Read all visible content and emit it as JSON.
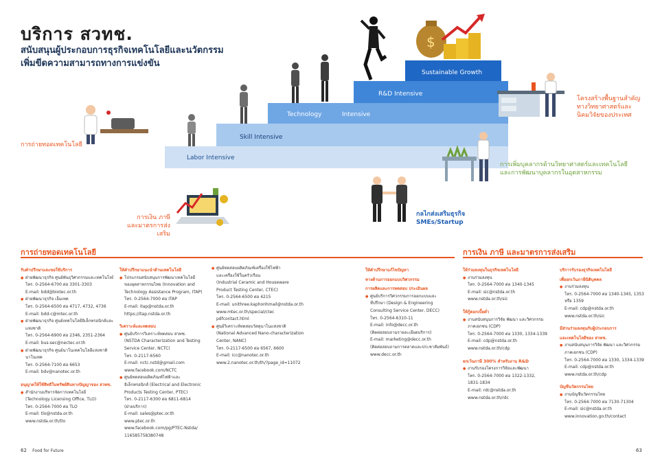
{
  "header": {
    "title": "บริการ สวทช.",
    "subtitle_lines": [
      "สนับสนุนผู้ประกอบการธุรกิจเทคโนโลยีและนวัตกรรม",
      "เพิ่มขีดความสามารถทางการแข่งขัน"
    ]
  },
  "stairs": {
    "labor": "Labor Intensive",
    "skill": "Skill Intensive",
    "technology": "Technology",
    "intensive": "Intensive",
    "rd": "R&D Intensive",
    "growth": "Sustainable Growth"
  },
  "side_labels": {
    "tech_transfer": "การถ่ายทอดเทคโนโลยี",
    "finance_lines": [
      "การเงิน ภาษี",
      "และมาตรการส่งเสริม"
    ],
    "infra_lines": [
      "โครงสร้างพื้นฐานสำคัญ",
      "ทางวิทยาศาสตร์และ",
      "นิคมวิจัยของประเทศ"
    ],
    "people_lines": [
      "การเพิ่มบุคลากรด้านวิทยาศาสตร์และเทคโนโลยี",
      "และการพัฒนาบุคลากรในอุตสาหกรรม"
    ],
    "sme_lines": [
      "กลไกส่งเสริมธุรกิจ",
      "SMEs/Startup"
    ]
  },
  "sections": {
    "left": "การถ่ายทอดเทคโนโลยี",
    "right": "การเงิน ภาษี และมาตรการส่งเสริม"
  },
  "columns": [
    [
      {
        "type": "sub",
        "text": "รับคำปรึกษาและขอใช้บริการ"
      },
      {
        "type": "item",
        "lines": [
          "ฝ่ายพัฒนาธุรกิจ ศูนย์พันธุวิศวกรรมและเทคโนโลยีชีวภาพ",
          "โทร. 0-2564-6700 ต่อ 3301-3303",
          "E-mail: bdd@biotec.or.th"
        ]
      },
      {
        "type": "item",
        "lines": [
          "ฝ่ายพัฒนาธุรกิจ เอ็มเทค",
          "โทร. 0-2564-6500 ต่อ 4717, 4732, 4736",
          "E-mail: bdd-c@mtec.or.th"
        ]
      },
      {
        "type": "item",
        "lines": [
          "ฝ่ายพัฒนาธุรกิจ ศูนย์เทคโนโลยีอิเล็กทรอนิกส์และคอมพิวเตอร์",
          "แห่งชาติ",
          "โทร. 0-2564-6900 ต่อ 2346, 2351-2364",
          "E-mail: bus-sec@nectec.or.th"
        ]
      },
      {
        "type": "item",
        "lines": [
          "ฝ่ายพัฒนาธุรกิจ ศูนย์นาโนเทคโนโลยีแห่งชาติ",
          "นาโนเทค",
          "โทร. 0-2564-7100 ต่อ 6653",
          "E-mail: bdv@nanotec.or.th"
        ]
      },
      {
        "type": "gap"
      },
      {
        "type": "sub",
        "text": "อนุญาตให้ใช้สิทธิในทรัพย์สินทางปัญญาของ สวทช."
      },
      {
        "type": "item",
        "lines": [
          "สำนักงานบริหารจัดการเทคโนโลยี",
          "(Technology Licensing Office, TLO)",
          "โทร. 0-2564-7000 ต่อ TLO",
          "E-mail: tlo@nstda.or.th",
          "www.nstda.or.th/tlo"
        ]
      }
    ],
    [
      {
        "type": "sub",
        "text": "ให้คำปรึกษาแนะนำด้านเทคโนโลยี"
      },
      {
        "type": "item",
        "lines": [
          "โปรแกรมสนับสนุนการพัฒนาเทคโนโลยี",
          "ของอุตสาหกรรมไทย (Innovation and",
          "Technology Assistance Program, ITAP)",
          "โทร. 0-2564-7000 ต่อ ITAP",
          "E-mail: itap@nstda.or.th",
          "https://itap.nstda.or.th"
        ]
      },
      {
        "type": "gap"
      },
      {
        "type": "sub",
        "text": "วิเคราะห์และทดสอบ"
      },
      {
        "type": "item",
        "lines": [
          "ศูนย์บริการวิเคราะห์ทดสอบ สวทช.",
          "(NSTDA Characterization and Testing",
          "Service Center, NCTC)",
          "โทร. 0-2117-6560",
          "E-mail: nctc.nstd@gmail.com",
          "www.facebook.com/NCTC"
        ]
      },
      {
        "type": "item",
        "lines": [
          "ศูนย์ทดสอบผลิตภัณฑ์ไฟฟ้าและ",
          "อิเล็กทรอนิกส์ (Electrical and Electronic",
          "Products Testing Center, PTEC)",
          "โทร. 0-2117-6300 ต่อ 6811-6814",
          "(ฝ่ายบริการ)",
          "E-mail: sales@ptec.or.th",
          "www.ptec.or.th",
          "www.facebook.com/pg/PTEC-Nstda/",
          "116585758380748"
        ]
      }
    ],
    [
      {
        "type": "item",
        "lines": [
          "ศูนย์ทดสอบผลิตภัณฑ์เครื่องใช้ไฟฟ้า",
          "และเครื่องใช้ในครัวเรือน",
          "(Industrial Ceramic and Houseware",
          "Product Testing Center, CTEC)",
          "โทร. 0-2564-6500 ต่อ 4215",
          "E-mail: unithree.kaphonhmail@nstda.or.th",
          "www.mtec.or.th/special/ctec",
          "pdfcontact.html"
        ]
      },
      {
        "type": "item",
        "lines": [
          "ศูนย์วิเคราะห์ทดสอบวัสดุนาโนแห่งชาติ",
          "(National Advanced Nano-characterization",
          "Center, NANC)",
          "โทร. 0-2117-6500 ต่อ 6567, 6600",
          "E-mail: icc@nanotec.or.th",
          "www.2.nanotec.or.th/th/?page_id=11072"
        ]
      }
    ],
    [
      {
        "type": "sub",
        "text": "ให้คำปรึกษาแก้ไขปัญหา"
      },
      {
        "type": "sub",
        "text": "ทางด้านการออกแบบวิศวกรรม"
      },
      {
        "type": "sub",
        "text": "การผลิตและการทดสอบ ประเมินผล"
      },
      {
        "type": "item",
        "lines": [
          "ศูนย์บริการวิศวกรรมการออกแบบและ",
          "ที่ปรึกษา (Design & Engineering",
          "Consulting Service Center, DECC)",
          "โทร. 0-2564-6310-11",
          "E-mail: info@decc.or.th",
          "(ติดต่อสอบถามรายละเอียดบริการ)",
          "E-mail: marketing@decc.or.th",
          "(ติดต่อสอบถามการตลาดและประชาสัมพันธ์)",
          "www.decc.or.th"
        ]
      }
    ],
    [
      {
        "type": "sub",
        "text": "ให้ร่วมลงทุนในธุรกิจเทคโนโลยี"
      },
      {
        "type": "item",
        "lines": [
          "งานร่วมลงทุน",
          "โทร. 0-2564-7000 ต่อ 1340-1345",
          "E-mail: sic@nstda.or.th",
          "www.nstda.or.th/sic"
        ]
      },
      {
        "type": "gap"
      },
      {
        "type": "sub",
        "text": "ให้กู้ดอกเบี้ยต่ำ"
      },
      {
        "type": "item",
        "lines": [
          "งานสนับสนุนการวิจัย พัฒนา และวิศวกรรม",
          "ภาคเอกชน (CDP)",
          "โทร. 0-2564-7000 ต่อ 1330, 1334-1339",
          "E-mail: cdp@nstda.or.th",
          "www.nstda.or.th/cdp"
        ]
      },
      {
        "type": "gap"
      },
      {
        "type": "sub",
        "text": "ยกเว้นภาษี 300% สำหรับงาน R&D"
      },
      {
        "type": "item",
        "lines": [
          "งานรับรองโครงการวิจัยและพัฒนา",
          "โทร. 0-2564-7000 ต่อ 1322-1332,",
          "1831-1834",
          "E-mail: rdc@nstda.or.th",
          "www.nstda.or.th/rdc"
        ]
      }
    ],
    [
      {
        "type": "sub",
        "text": "บริการรับรองธุรกิจเทคโนโลยี"
      },
      {
        "type": "sub",
        "text": "เพื่อยกเว้นภาษีนิติบุคคล"
      },
      {
        "type": "item",
        "lines": [
          "งานร่วมลงทุน",
          "โทร. 0-2564-7000 ต่อ 1340-1345, 1353",
          "หรือ 1359",
          "E-mail: cdp@nstda.or.th",
          "www.nstda.or.th/sic"
        ]
      },
      {
        "type": "gap"
      },
      {
        "type": "sub",
        "text": "มีส่วนร่วมลงทุนกับผู้ประกอบการ"
      },
      {
        "type": "sub",
        "text": "และเทคโนโลยีของ สวทช."
      },
      {
        "type": "item",
        "lines": [
          "งานสนับสนุนการวิจัย พัฒนา และวิศวกรรม",
          "ภาคเอกชน (CDP)",
          "โทร. 0-2564-7000 ต่อ 1330, 1334-1339",
          "E-mail: cdp@nstda.or.th",
          "www.nstda.or.th/cdp"
        ]
      },
      {
        "type": "gap"
      },
      {
        "type": "sub",
        "text": "บัญชีนวัตกรรมไทย"
      },
      {
        "type": "item",
        "lines": [
          "งานบัญชีนวัตกรรมไทย",
          "โทร. 0-2564-7000 ต่อ 7130-71304",
          "E-mail: sic@nstda.or.th",
          "www.innovation.go.th/contact"
        ]
      }
    ]
  ],
  "footer": {
    "left_num": "62",
    "left_text": "Food for Future",
    "right_num": "63"
  },
  "colors": {
    "accent": "#e8541f",
    "step_light": "#cfe0f4",
    "step_dark": "#1f67c4",
    "navy": "#1d3557"
  }
}
